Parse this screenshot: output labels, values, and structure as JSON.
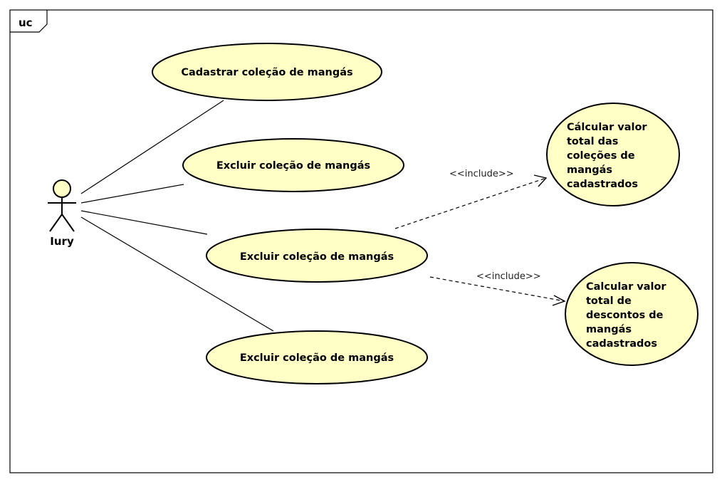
{
  "frame": {
    "label": "uc"
  },
  "actor": {
    "name": "Iury"
  },
  "use_cases": {
    "uc1": {
      "label": "Cadastrar coleção de mangás"
    },
    "uc2": {
      "label": "Excluir coleção de mangás"
    },
    "uc3": {
      "label": "Excluir coleção de mangás"
    },
    "uc4": {
      "label": "Excluir coleção de mangás"
    },
    "uc5": {
      "lines": [
        "Cálcular valor",
        "total das",
        "coleções de",
        "mangás",
        "cadastrados"
      ]
    },
    "uc6": {
      "lines": [
        "Calcular valor",
        "total de",
        "descontos de",
        "mangás",
        "cadastrados"
      ]
    }
  },
  "relations": {
    "include1": {
      "label": "<<include>>"
    },
    "include2": {
      "label": "<<include>>"
    }
  },
  "colors": {
    "use_case_fill": "#FFFFC6",
    "actor_fill": "#FFFFC6",
    "stroke": "#000000"
  }
}
